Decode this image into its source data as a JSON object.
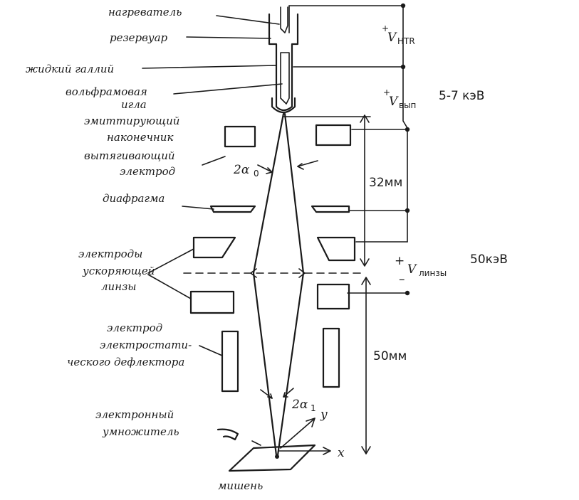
{
  "labels": {
    "heater": "нагреватель",
    "reservoir": "резервуар",
    "liquid_gallium": "жидкий галлий",
    "tungsten_needle_1": "вольфрамовая",
    "tungsten_needle_2": "игла",
    "emitter_tip_1": "эмиттирующий",
    "emitter_tip_2": "наконечник",
    "extractor_1": "вытягивающий",
    "extractor_2": "электрод",
    "aperture": "диафрагма",
    "accel_lens_1": "электроды",
    "accel_lens_2": "ускоряющей",
    "accel_lens_3": "линзы",
    "deflector_1": "электрод",
    "deflector_2": "электростати-",
    "deflector_3": "ческого дефлектора",
    "multiplier_1": "электронный",
    "multiplier_2": "умножитель",
    "target": "мишень"
  },
  "values": {
    "v_htr_plus": "+",
    "v_htr": "V",
    "v_htr_sub": "HTR",
    "v_ext_plus": "+",
    "v_ext": "V",
    "v_ext_sub": "вып",
    "v_ext_range": "5-7 кэВ",
    "v_lens_plus": "+",
    "v_lens": "V",
    "v_lens_sub": "линзы",
    "v_lens_value": "50кэВ",
    "v_lens_minus": "–",
    "dist_upper": "32мм",
    "dist_lower": "50мм",
    "angle_top": "2α",
    "angle_top_sub": "0",
    "angle_bottom": "2α",
    "angle_bottom_sub": "1",
    "axis_x": "x",
    "axis_y": "y"
  }
}
